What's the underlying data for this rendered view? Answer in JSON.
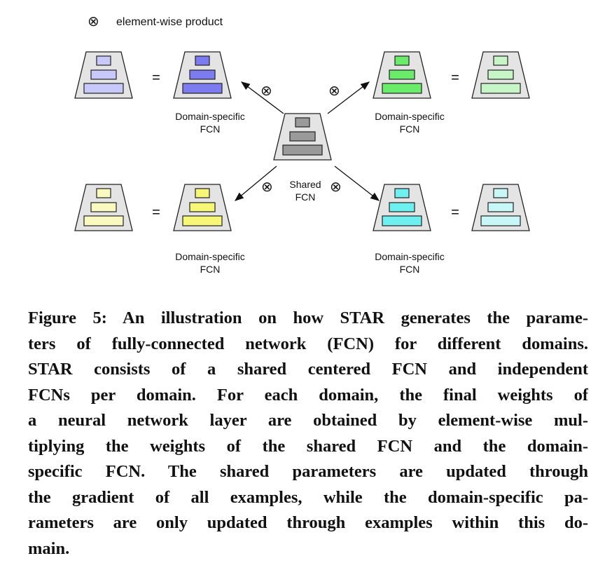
{
  "legend": {
    "symbol": "⊗",
    "label": "element-wise product"
  },
  "equals_sign": "=",
  "domain_label_line1": "Domain-specific",
  "domain_label_line2": "FCN",
  "shared_label_line1": "Shared",
  "shared_label_line2": "FCN",
  "product_symbol": "⊗",
  "colors": {
    "blue_light": "#c8c8fa",
    "blue_dark": "#7c7cf0",
    "green_light": "#c8f5c8",
    "green_dark": "#6aeb6a",
    "yellow_light": "#fafac0",
    "yellow_dark": "#f7f777",
    "cyan_light": "#c8f7f7",
    "cyan_dark": "#6ef0f0",
    "shared": "#9a9a9a",
    "trapezoid": "#e4e4e4"
  },
  "caption": {
    "lines": [
      "Figure 5: An illustration on how STAR generates the parame-",
      "ters of fully-connected network (FCN) for different domains.",
      "STAR consists of a shared centered FCN and independent",
      "FCNs per domain. For each domain, the final weights of",
      "a neural network layer are obtained by element-wise mul-",
      "tiplying the weights of the shared FCN and the domain-",
      "specific FCN. The shared parameters are updated through",
      "the gradient of all examples, while the domain-specific pa-",
      "rameters are only updated through examples within this do-",
      "main."
    ]
  }
}
